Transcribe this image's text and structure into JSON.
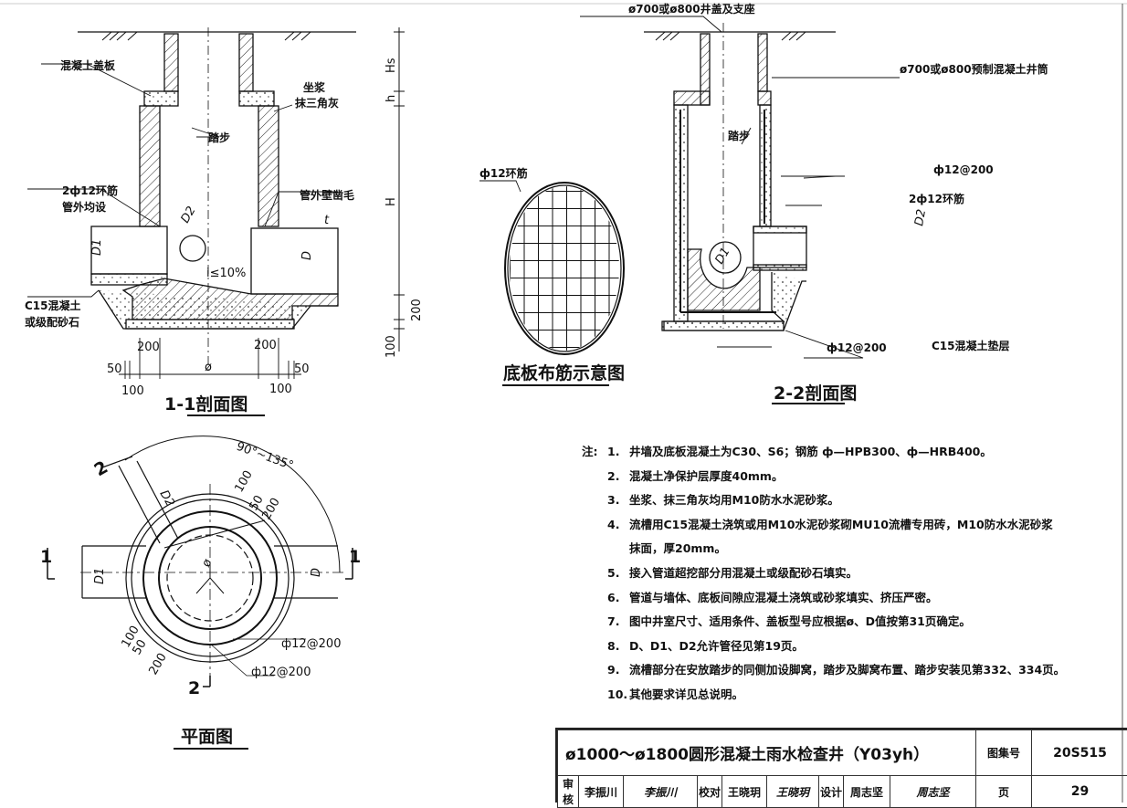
{
  "section_1_1": {
    "title": "1-1剖面图",
    "labels": {
      "cover_slab": "混凝土盖板",
      "mortar_1": "坐浆",
      "mortar_2": "抹三角灰",
      "step": "踏步",
      "ring_rebar_1": "2ф12环筋",
      "ring_rebar_2": "管外均设",
      "pipe_wall": "管外壁凿毛",
      "c15_1": "C15混凝土",
      "c15_2": "或级配砂石",
      "d1": "D1",
      "d2": "D2",
      "d": "D",
      "t": "t",
      "slope": "i≤10%"
    },
    "dims": {
      "hs": "Hs",
      "h": "h",
      "H": "H",
      "d200": "200",
      "d100": "100",
      "b200_left": "200",
      "b200_right": "200",
      "b50_left": "50",
      "b50_right": "50",
      "b100_left": "100",
      "b100_right": "100",
      "phi": "ø"
    }
  },
  "rebar_plan": {
    "title": "底板布筋示意图",
    "label": "ф12环筋"
  },
  "section_2_2": {
    "title": "2-2剖面图",
    "labels": {
      "cover": "ø700或ø800井盖及支座",
      "shaft": "ø700或ø800预制混凝土井筒",
      "step": "踏步",
      "rebar_wall": "ф12@200",
      "ring_rebar": "2ф12环筋",
      "d2": "D2",
      "d1": "D1",
      "rebar_base": "ф12@200",
      "cushion": "C15混凝土垫层"
    }
  },
  "plan_view": {
    "title": "平面图",
    "labels": {
      "sec1_left": "1",
      "sec1_right": "1",
      "sec2_top": "2",
      "sec2_bottom": "2",
      "angle": "90°~135°",
      "d1": "D1",
      "d": "D",
      "d2": "D2",
      "phi": "ø",
      "dim100_top": "100",
      "dim50_top": "50",
      "dim200_top": "200",
      "dim100_bot": "100",
      "dim50_bot": "50",
      "dim200_bot": "200",
      "rebar_1": "ф12@200",
      "rebar_2": "ф12@200"
    }
  },
  "notes": {
    "prefix": "注:",
    "items": [
      {
        "num": "1.",
        "text": "井墙及底板混凝土为C30、S6；钢筋 ф—HPB300、ф—HRB400。"
      },
      {
        "num": "2.",
        "text": "混凝土净保护层厚度40mm。"
      },
      {
        "num": "3.",
        "text": "坐浆、抹三角灰均用M10防水水泥砂浆。"
      },
      {
        "num": "4.",
        "text": "流槽用C15混凝土浇筑或用M10水泥砂浆砌MU10流槽专用砖，M10防水水泥砂浆"
      },
      {
        "num": "",
        "text": "抹面，厚20mm。"
      },
      {
        "num": "5.",
        "text": "接入管道超挖部分用混凝土或级配砂石填实。"
      },
      {
        "num": "6.",
        "text": "管道与墙体、底板间隙应混凝土浇筑或砂浆填实、挤压严密。"
      },
      {
        "num": "7.",
        "text": "图中井室尺寸、适用条件、盖板型号应根据ø、D值按第31页确定。"
      },
      {
        "num": "8.",
        "text": "D、D1、D2允许管径见第19页。"
      },
      {
        "num": "9.",
        "text": "流槽部分在安放踏步的同侧加设脚窝，踏步及脚窝布置、踏步安装见第332、334页。"
      },
      {
        "num": "10.",
        "text": "其他要求详见总说明。"
      }
    ]
  },
  "title_block": {
    "drawing_title": "ø1000～ø1800圆形混凝土雨水检查井（Y03yh）",
    "atlas_label": "图集号",
    "atlas_no": "20S515",
    "review_label": "审核",
    "reviewer": "李振川",
    "reviewer_signature": "李振川",
    "check_label": "校对",
    "checker": "王晓玥",
    "checker_signature": "王晓玥",
    "design_label": "设计",
    "designer": "周志坚",
    "designer_signature": "周志坚",
    "page_label": "页",
    "page_no": "29"
  }
}
